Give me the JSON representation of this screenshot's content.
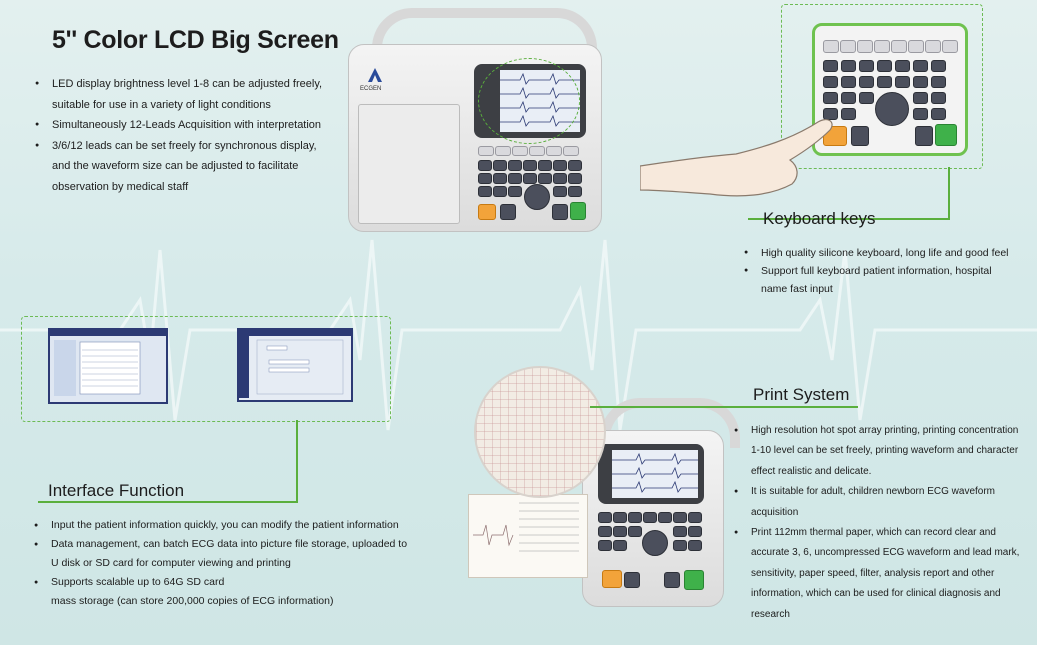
{
  "sections": {
    "lcd": {
      "title": "5'' Color LCD Big Screen",
      "bullets": [
        [
          "LED display brightness level 1-8 can be adjusted freely,",
          "suitable for use in a variety of light conditions"
        ],
        [
          "Simultaneously 12-Leads Acquisition with interpretation"
        ],
        [
          "3/6/12 leads can be set freely for synchronous display,",
          "and the waveform size can be adjusted to facilitate",
          "observation by medical staff"
        ]
      ]
    },
    "keyboard": {
      "title": "Keyboard keys",
      "bullets": [
        [
          "High quality silicone keyboard, long life and good feel"
        ],
        [
          "Support full keyboard patient information, hospital",
          "name fast input"
        ]
      ]
    },
    "interface": {
      "title": "Interface Function",
      "bullets": [
        [
          "Input the patient information quickly, you can modify the patient information"
        ],
        [
          "Data management, can batch ECG data into picture file storage, uploaded to",
          "U disk or SD card for computer viewing and printing"
        ],
        [
          "Supports scalable up to 64G SD card",
          "mass storage (can store 200,000 copies of ECG information)"
        ]
      ]
    },
    "print": {
      "title": "Print System",
      "bullets": [
        [
          "High resolution hot spot array printing, printing concentration",
          "1-10 level can be set freely, printing waveform and character",
          "effect realistic and delicate."
        ],
        [
          "It is suitable for adult, children newborn ECG waveform",
          "acquisition"
        ],
        [
          "Print 112mm thermal paper, which can record clear and",
          "accurate 3, 6, uncompressed ECG waveform and lead mark,",
          "sensitivity, paper speed, filter, analysis report and other",
          "information, which can be used for clinical diagnosis and",
          "research"
        ]
      ]
    }
  },
  "device": {
    "brand": "ECGEN"
  },
  "colors": {
    "accent_green": "#5aaf3d",
    "background": "#d6eaea"
  }
}
